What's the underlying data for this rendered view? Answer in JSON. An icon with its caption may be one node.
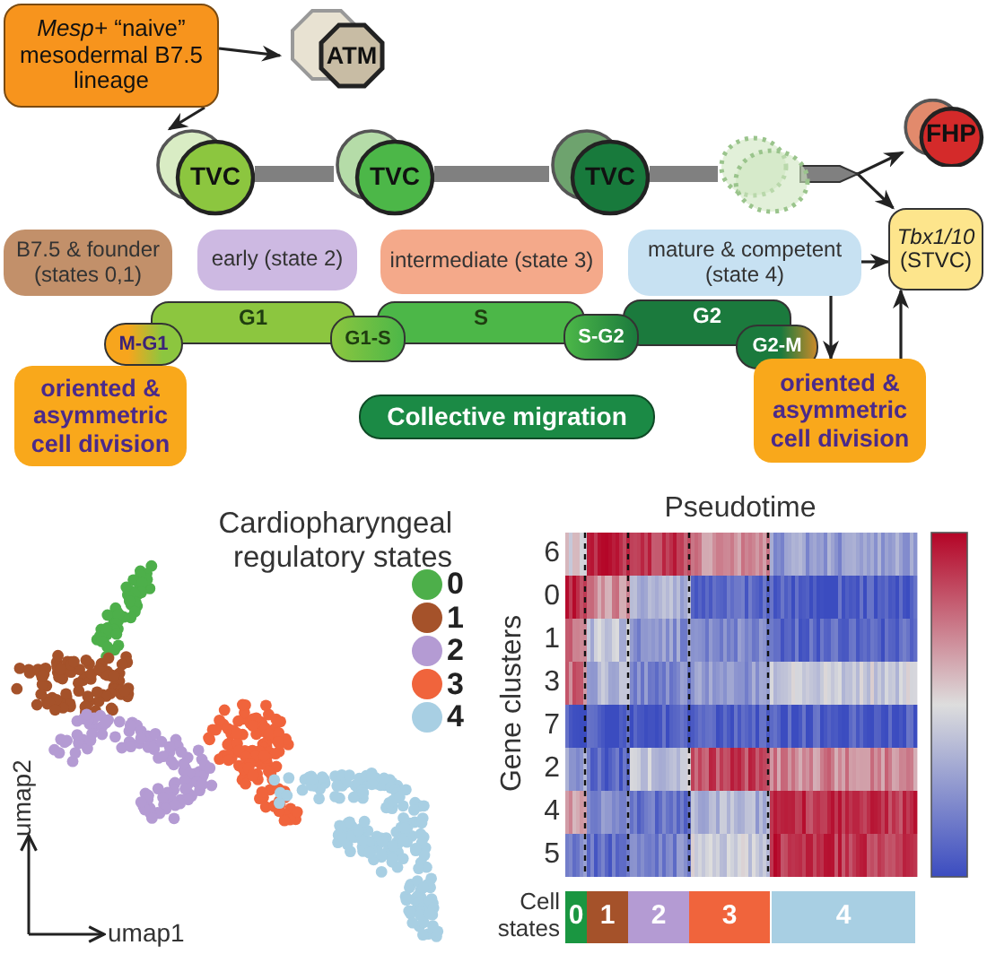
{
  "diagram": {
    "nodes": [
      {
        "text": [
          "*Mesp+* “naive” mesodermal B7.5 lineage"
        ]
      },
      {
        "text": [
          "ATM"
        ]
      },
      {
        "text": [
          "TVC"
        ]
      },
      {
        "text": [
          "TVC"
        ]
      },
      {
        "text": [
          "TVC"
        ]
      },
      {
        "text": [],
        "shape": "circle"
      },
      {
        "text": [
          "FHP"
        ]
      },
      {
        "text": [
          "*Tbx1/10* (STVC)"
        ]
      },
      {
        "text": [
          "B7.5 & founder (states 0,1)"
        ]
      },
      {
        "text": [
          "early (state 2)"
        ]
      },
      {
        "text": [
          "intermediate (state 3)"
        ]
      },
      {
        "text": [
          "mature & competent (state 4)"
        ]
      },
      {
        "text": [
          "G1"
        ]
      },
      {
        "text": [
          "S"
        ]
      },
      {
        "text": [
          "G2"
        ]
      },
      {
        "text": [
          "M-G1"
        ]
      },
      {
        "text": [
          "G1-S"
        ]
      },
      {
        "text": [
          "S-G2"
        ]
      },
      {
        "text": [
          "G2-M"
        ]
      },
      {
        "text": [
          "oriented & asymmetric cell division"
        ]
      },
      {
        "text": [
          "Collective migration"
        ]
      },
      {
        "text": [
          "oriented & asymmetric cell division"
        ]
      },
      {
        "text": [
          "0"
        ]
      },
      {
        "text": [
          "1"
        ]
      },
      {
        "text": [
          "2"
        ]
      },
      {
        "text": [
          "3"
        ]
      },
      {
        "text": [
          "4"
        ]
      }
    ],
    "edges": [
      {
        "from": 0,
        "to": 1,
        "arrow": "to"
      },
      {
        "from": 0,
        "to": 2,
        "arrow": "to"
      },
      {
        "from": 2,
        "to": 3,
        "arrow": "none",
        "style": "thick",
        "color": "#808080"
      },
      {
        "from": 3,
        "to": 4,
        "arrow": "none",
        "style": "thick",
        "color": "#808080"
      },
      {
        "from": 4,
        "to": 5,
        "arrow": "none",
        "style": "thick",
        "color": "#808080"
      },
      {
        "from": 5,
        "to": 6,
        "arrow": "to"
      },
      {
        "from": 5,
        "to": 7,
        "arrow": "to"
      },
      {
        "from": 11,
        "to": 21,
        "arrow": "to"
      },
      {
        "from": 21,
        "to": 7,
        "arrow": "to"
      },
      {
        "from": 11,
        "to": 7,
        "arrow": "to"
      }
    ],
    "labels": [
      "Cardiopharyngeal regulatory states",
      "umap2",
      "umap1",
      "Pseudotime",
      "Gene clusters",
      "6",
      "0",
      "1",
      "3",
      "7",
      "2",
      "4",
      "5",
      "Cell states"
    ],
    "legend": [
      {
        "text": "0",
        "color": "#4daf4a"
      },
      {
        "text": "1",
        "color": "#a5522a"
      },
      {
        "text": "2",
        "color": "#b49bd3"
      },
      {
        "text": "3",
        "color": "#f0643c"
      },
      {
        "text": "4",
        "color": "#a8cfe3"
      }
    ]
  }
}
